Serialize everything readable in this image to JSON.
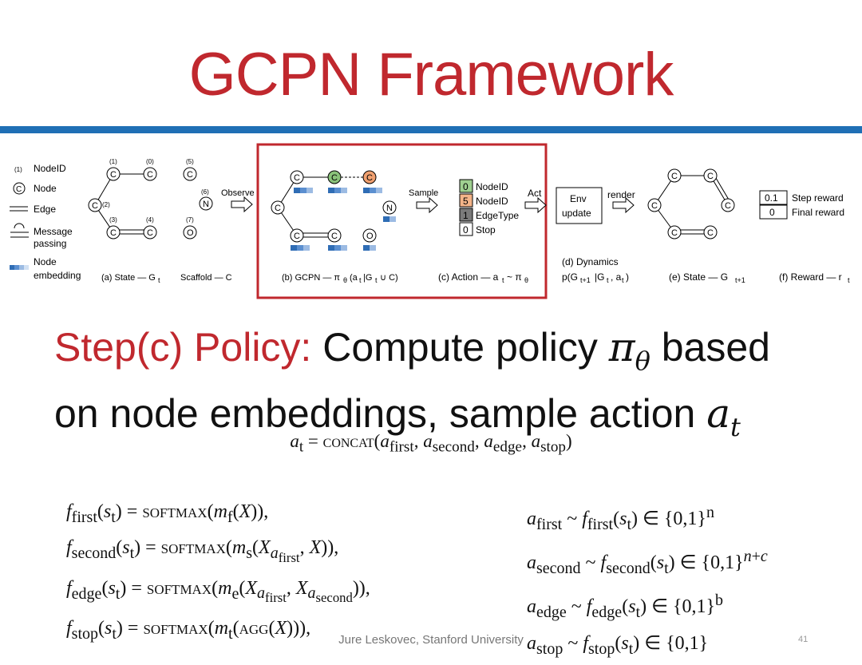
{
  "title": "GCPN Framework",
  "step": {
    "lead": "Step(c) Policy:",
    "text1": " Compute policy ",
    "pi": "π",
    "pi_sub": "θ",
    "text2": " based",
    "line2": "on node embeddings, sample action ",
    "a": "a",
    "a_sub": "t"
  },
  "concat_eq": "a_t = CONCAT(a_first, a_second, a_edge, a_stop)",
  "left_equations": [
    "f_first(s_t) = SOFTMAX(m_f(X)),",
    "f_second(s_t) = SOFTMAX(m_s(X_{a_first}, X)),",
    "f_edge(s_t) = SOFTMAX(m_e(X_{a_first}, X_{a_second})),",
    "f_stop(s_t) = SOFTMAX(m_t(AGG(X))),"
  ],
  "right_equations": [
    "a_first ~ f_first(s_t) ∈ {0,1}^n",
    "a_second ~ f_second(s_t) ∈ {0,1}^{n+c}",
    "a_edge ~ f_edge(s_t) ∈ {0,1}^b",
    "a_stop ~ f_stop(s_t) ∈ {0,1}"
  ],
  "footer": "Jure Leskovec, Stanford University",
  "page_number": "41",
  "colors": {
    "title_red": "#c0282e",
    "rule_blue": "#1f6fb5",
    "highlight_box": "#c0282e"
  }
}
